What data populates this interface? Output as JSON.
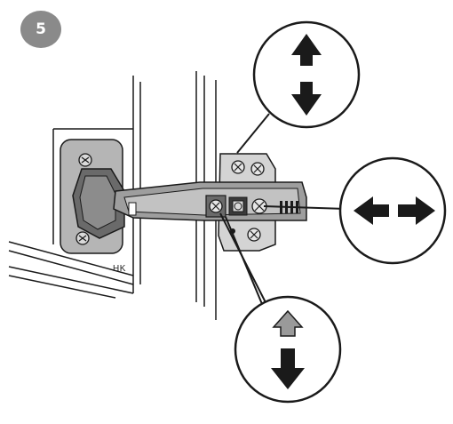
{
  "step": {
    "number": "5"
  },
  "hinge": {
    "marking": "HK"
  },
  "adjustments": [
    {
      "id": "height",
      "icon": "up-down-arrows-icon"
    },
    {
      "id": "side",
      "icon": "left-right-arrows-icon"
    },
    {
      "id": "depth",
      "icon": "up-down-depth-arrows-icon"
    }
  ],
  "colors": {
    "badge": "#8a8a8a",
    "metal_dark": "#5a5a5a",
    "metal_light": "#a8a8a8",
    "line": "#1a1a1a"
  }
}
